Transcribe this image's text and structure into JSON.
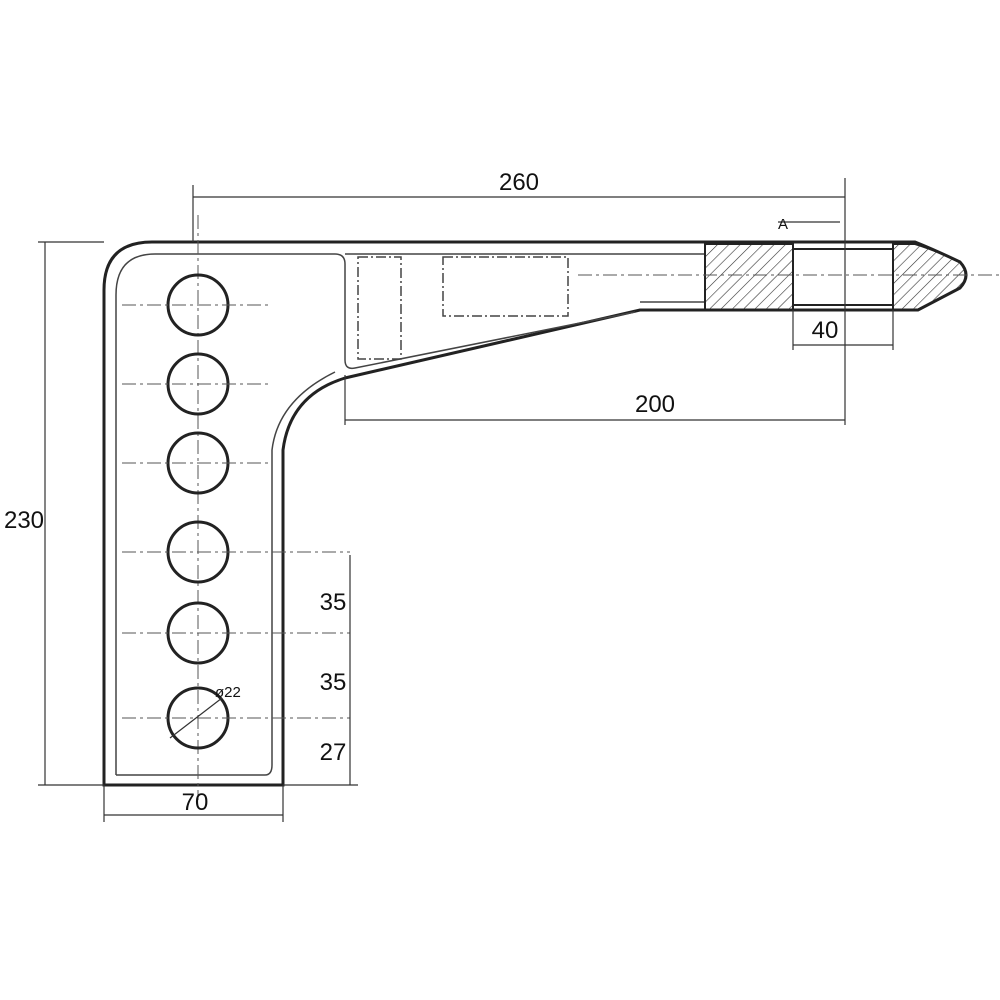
{
  "drawing": {
    "dimensions": {
      "overall_length": "260",
      "overall_height": "230",
      "base_width": "70",
      "arm_length": "200",
      "bore_length": "40",
      "hole_pitch_1": "35",
      "hole_pitch_2": "35",
      "bottom_offset": "27",
      "hole_diameter": "ø22"
    },
    "section_marker": "A",
    "hole_count": 6
  }
}
